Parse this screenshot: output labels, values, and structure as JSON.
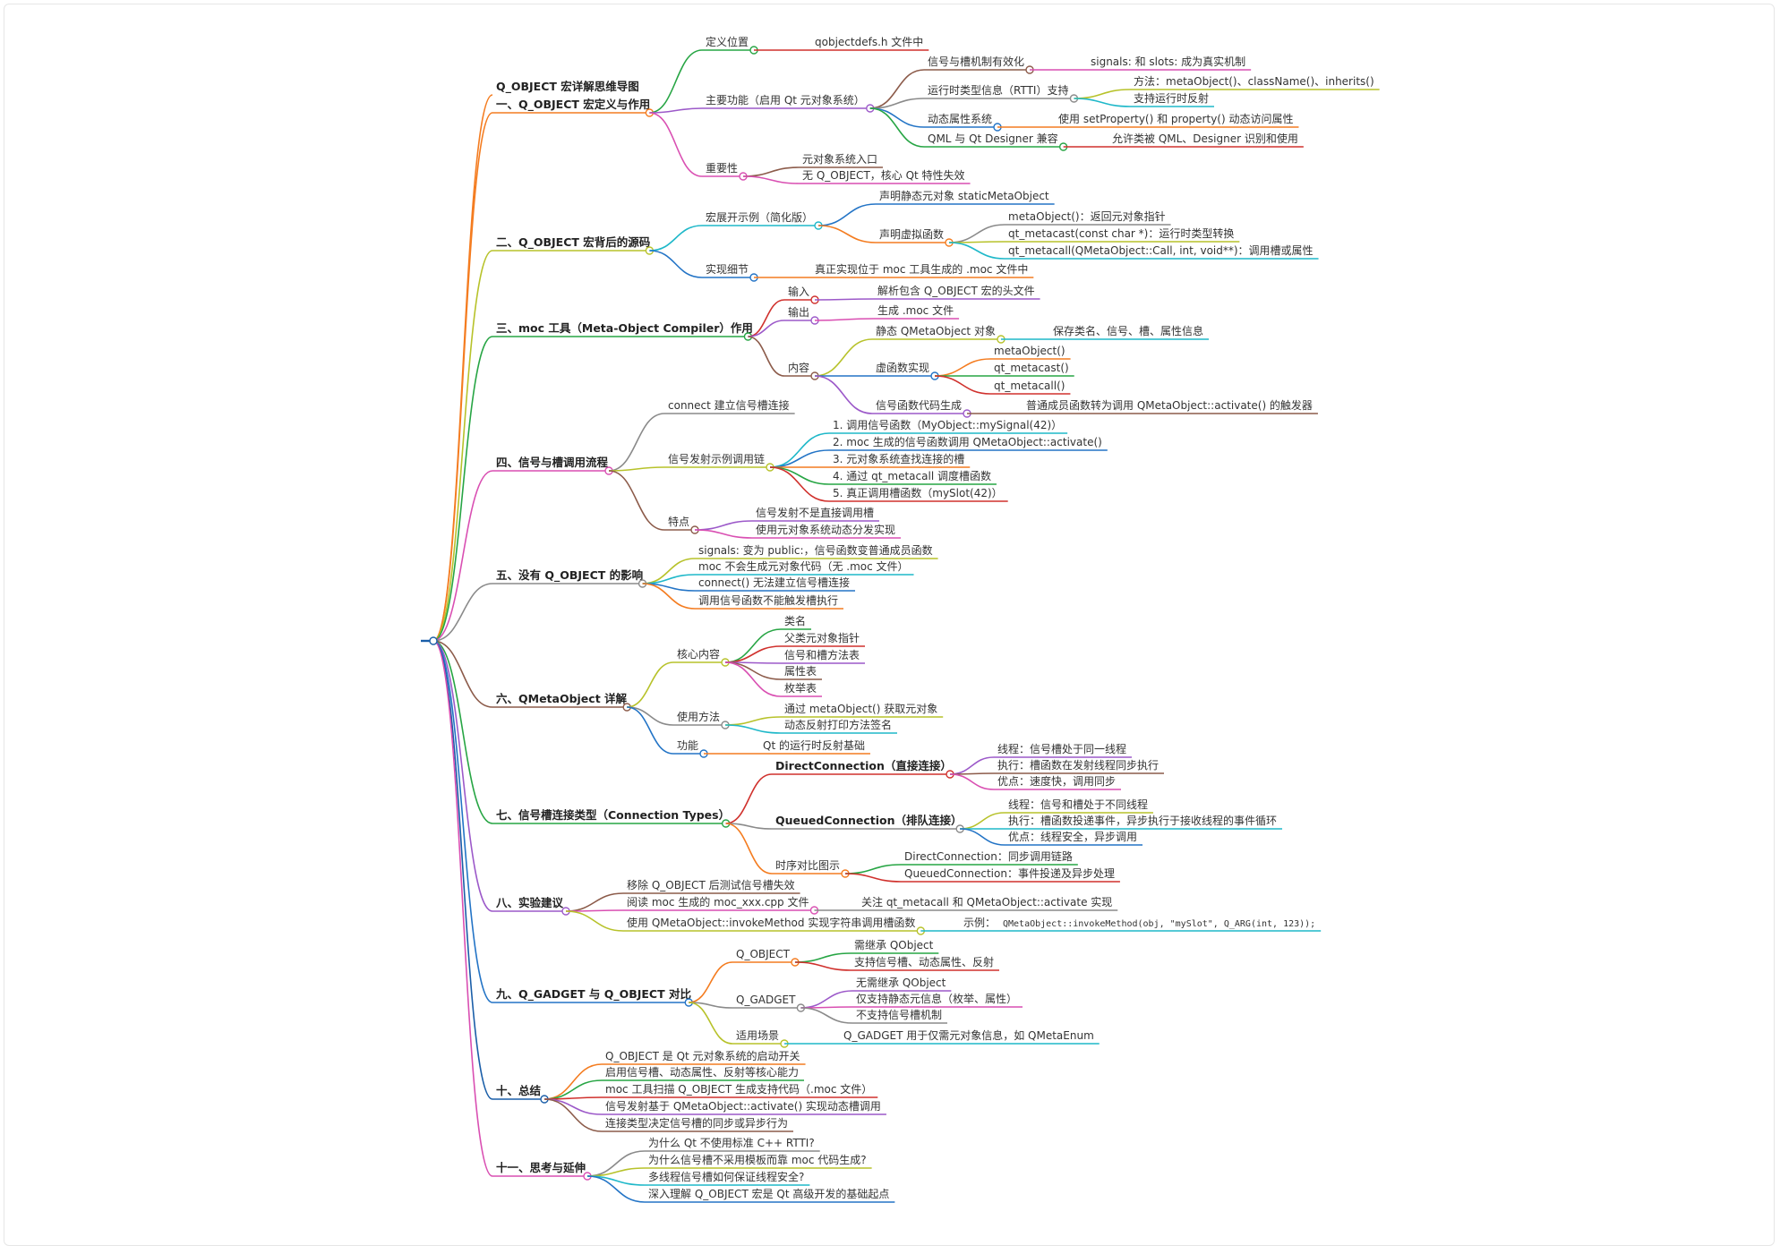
{
  "mindmap": {
    "title": "Q_OBJECT 宏详解思维导图",
    "sections": [
      {
        "label": "一、Q_OBJECT 宏定义与作用",
        "color": "#f47c20",
        "children": [
          {
            "label": "定义位置",
            "color": "#27a544",
            "children": [
              {
                "label": "qobjectdefs.h 文件中",
                "color": "#d0312d"
              }
            ]
          },
          {
            "label": "主要功能（启用 Qt 元对象系统）",
            "color": "#9c59c9",
            "children": [
              {
                "label": "信号与槽机制有效化",
                "color": "#8c5b4a",
                "children": [
                  {
                    "label": "signals: 和 slots: 成为真实机制",
                    "color": "#d94fb2"
                  }
                ]
              },
              {
                "label": "运行时类型信息（RTTI）支持",
                "color": "#8a8a8a",
                "children": [
                  {
                    "label": "方法：metaObject()、className()、inherits()",
                    "color": "#b7c22a"
                  },
                  {
                    "label": "支持运行时反射",
                    "color": "#1fb8c9"
                  }
                ]
              },
              {
                "label": "动态属性系统",
                "color": "#2374c6",
                "children": [
                  {
                    "label": "使用 setProperty() 和 property() 动态访问属性",
                    "color": "#f47c20"
                  }
                ]
              },
              {
                "label": "QML 与 Qt Designer 兼容",
                "color": "#27a544",
                "children": [
                  {
                    "label": "允许类被 QML、Designer 识别和使用",
                    "color": "#d0312d"
                  }
                ]
              }
            ]
          },
          {
            "label": "重要性",
            "color": "#d94fb2",
            "children": [
              {
                "label": "元对象系统入口",
                "color": "#8c5b4a"
              },
              {
                "label": "无 Q_OBJECT，核心 Qt 特性失效",
                "color": "#d94fb2"
              }
            ]
          }
        ]
      },
      {
        "label": "二、Q_OBJECT 宏背后的源码",
        "color": "#b7c22a",
        "children": [
          {
            "label": "宏展开示例（简化版）",
            "color": "#1fb8c9",
            "children": [
              {
                "label": "声明静态元对象 staticMetaObject",
                "color": "#2374c6"
              },
              {
                "label": "声明虚拟函数",
                "color": "#f47c20",
                "children": [
                  {
                    "label": "metaObject()：返回元对象指针",
                    "color": "#8a8a8a"
                  },
                  {
                    "label": "qt_metacast(const char *)：运行时类型转换",
                    "color": "#b7c22a"
                  },
                  {
                    "label": "qt_metacall(QMetaObject::Call, int, void**)：调用槽或属性",
                    "color": "#1fb8c9"
                  }
                ]
              }
            ]
          },
          {
            "label": "实现细节",
            "color": "#2374c6",
            "children": [
              {
                "label": "真正实现位于 moc 工具生成的 .moc 文件中",
                "color": "#f47c20"
              }
            ]
          }
        ]
      },
      {
        "label": "三、moc 工具（Meta-Object Compiler）作用",
        "color": "#27a544",
        "children": [
          {
            "label": "输入",
            "color": "#d0312d",
            "children": [
              {
                "label": "解析包含 Q_OBJECT 宏的头文件",
                "color": "#9c59c9"
              }
            ]
          },
          {
            "label": "输出",
            "color": "#9c59c9",
            "children": [
              {
                "label": "生成 .moc 文件",
                "color": "#d94fb2"
              }
            ]
          },
          {
            "label": "内容",
            "color": "#8c5b4a",
            "children": [
              {
                "label": "静态 QMetaObject 对象",
                "color": "#b7c22a",
                "children": [
                  {
                    "label": "保存类名、信号、槽、属性信息",
                    "color": "#1fb8c9"
                  }
                ]
              },
              {
                "label": "虚函数实现",
                "color": "#2374c6",
                "children": [
                  {
                    "label": "metaObject()",
                    "color": "#f47c20"
                  },
                  {
                    "label": "qt_metacast()",
                    "color": "#27a544"
                  },
                  {
                    "label": "qt_metacall()",
                    "color": "#d0312d"
                  }
                ]
              },
              {
                "label": "信号函数代码生成",
                "color": "#9c59c9",
                "children": [
                  {
                    "label": "普通成员函数转为调用 QMetaObject::activate() 的触发器",
                    "color": "#8c5b4a"
                  }
                ]
              }
            ]
          }
        ]
      },
      {
        "label": "四、信号与槽调用流程",
        "color": "#d94fb2",
        "children": [
          {
            "label": "connect 建立信号槽连接",
            "color": "#8a8a8a"
          },
          {
            "label": "信号发射示例调用链",
            "color": "#b7c22a",
            "children": [
              {
                "label": "1. 调用信号函数（MyObject::mySignal(42)）",
                "color": "#1fb8c9"
              },
              {
                "label": "2. moc 生成的信号函数调用 QMetaObject::activate()",
                "color": "#2374c6"
              },
              {
                "label": "3. 元对象系统查找连接的槽",
                "color": "#f47c20"
              },
              {
                "label": "4. 通过 qt_metacall 调度槽函数",
                "color": "#27a544"
              },
              {
                "label": "5. 真正调用槽函数（mySlot(42)）",
                "color": "#d0312d"
              }
            ]
          },
          {
            "label": "特点",
            "color": "#8c5b4a",
            "children": [
              {
                "label": "信号发射不是直接调用槽",
                "color": "#9c59c9"
              },
              {
                "label": "使用元对象系统动态分发实现",
                "color": "#d94fb2"
              }
            ]
          }
        ]
      },
      {
        "label": "五、没有 Q_OBJECT 的影响",
        "color": "#8a8a8a",
        "children": [
          {
            "label": "signals: 变为 public:，信号函数变普通成员函数",
            "color": "#b7c22a"
          },
          {
            "label": "moc 不会生成元对象代码（无 .moc 文件）",
            "color": "#1fb8c9"
          },
          {
            "label": "connect() 无法建立信号槽连接",
            "color": "#2374c6"
          },
          {
            "label": "调用信号函数不能触发槽执行",
            "color": "#f47c20"
          }
        ]
      },
      {
        "label": "六、QMetaObject 详解",
        "color": "#8c5b4a",
        "children": [
          {
            "label": "核心内容",
            "color": "#b7c22a",
            "children": [
              {
                "label": "类名",
                "color": "#27a544"
              },
              {
                "label": "父类元对象指针",
                "color": "#d0312d"
              },
              {
                "label": "信号和槽方法表",
                "color": "#9c59c9"
              },
              {
                "label": "属性表",
                "color": "#8c5b4a"
              },
              {
                "label": "枚举表",
                "color": "#d94fb2"
              }
            ]
          },
          {
            "label": "使用方法",
            "color": "#8a8a8a",
            "children": [
              {
                "label": "通过 metaObject() 获取元对象",
                "color": "#b7c22a"
              },
              {
                "label": "动态反射打印方法签名",
                "color": "#1fb8c9"
              }
            ]
          },
          {
            "label": "功能",
            "color": "#2374c6",
            "children": [
              {
                "label": "Qt 的运行时反射基础",
                "color": "#f47c20"
              }
            ]
          }
        ]
      },
      {
        "label": "七、信号槽连接类型（Connection Types）",
        "color": "#27a544",
        "children": [
          {
            "label": "DirectConnection（直接连接）",
            "color": "#d0312d",
            "bold": true,
            "children": [
              {
                "label": "线程：信号槽处于同一线程",
                "color": "#9c59c9"
              },
              {
                "label": "执行：槽函数在发射线程同步执行",
                "color": "#8c5b4a"
              },
              {
                "label": "优点：速度快，调用同步",
                "color": "#d94fb2"
              }
            ]
          },
          {
            "label": "QueuedConnection（排队连接）",
            "color": "#8a8a8a",
            "bold": true,
            "children": [
              {
                "label": "线程：信号和槽处于不同线程",
                "color": "#b7c22a"
              },
              {
                "label": "执行：槽函数投递事件，异步执行于接收线程的事件循环",
                "color": "#1fb8c9"
              },
              {
                "label": "优点：线程安全，异步调用",
                "color": "#2374c6"
              }
            ]
          },
          {
            "label": "时序对比图示",
            "color": "#f47c20",
            "children": [
              {
                "label": "DirectConnection：同步调用链路",
                "color": "#27a544"
              },
              {
                "label": "QueuedConnection：事件投递及异步处理",
                "color": "#d0312d"
              }
            ]
          }
        ]
      },
      {
        "label": "八、实验建议",
        "color": "#9c59c9",
        "children": [
          {
            "label": "移除 Q_OBJECT 后测试信号槽失效",
            "color": "#8c5b4a"
          },
          {
            "label": "阅读 moc 生成的 moc_xxx.cpp 文件",
            "color": "#d94fb2",
            "children": [
              {
                "label": "关注 qt_metacall 和 QMetaObject::activate 实现",
                "color": "#8a8a8a"
              }
            ]
          },
          {
            "label": "使用 QMetaObject::invokeMethod 实现字符串调用槽函数",
            "color": "#b7c22a",
            "children": [
              {
                "label": "示例：",
                "code": "QMetaObject::invokeMethod(obj, \"mySlot\", Q_ARG(int, 123));",
                "color": "#1fb8c9"
              }
            ]
          }
        ]
      },
      {
        "label": "九、Q_GADGET 与 Q_OBJECT 对比",
        "color": "#2374c6",
        "children": [
          {
            "label": "Q_OBJECT",
            "color": "#f47c20",
            "children": [
              {
                "label": "需继承 QObject",
                "color": "#27a544"
              },
              {
                "label": "支持信号槽、动态属性、反射",
                "color": "#d0312d"
              }
            ]
          },
          {
            "label": "Q_GADGET",
            "color": "#8a8a8a",
            "children": [
              {
                "label": "无需继承 QObject",
                "color": "#9c59c9"
              },
              {
                "label": "仅支持静态元信息（枚举、属性）",
                "color": "#d94fb2"
              },
              {
                "label": "不支持信号槽机制",
                "color": "#8a8a8a"
              }
            ]
          },
          {
            "label": "适用场景",
            "color": "#b7c22a",
            "children": [
              {
                "label": "Q_GADGET 用于仅需元对象信息，如 QMetaEnum",
                "color": "#1fb8c9"
              }
            ]
          }
        ]
      },
      {
        "label": "十、总结",
        "color": "#1a5ea8",
        "children": [
          {
            "label": "Q_OBJECT 是 Qt 元对象系统的启动开关",
            "color": "#f47c20"
          },
          {
            "label": "启用信号槽、动态属性、反射等核心能力",
            "color": "#27a544"
          },
          {
            "label": "moc 工具扫描 Q_OBJECT 生成支持代码（.moc 文件）",
            "color": "#d0312d"
          },
          {
            "label": "信号发射基于 QMetaObject::activate() 实现动态槽调用",
            "color": "#9c59c9"
          },
          {
            "label": "连接类型决定信号槽的同步或异步行为",
            "color": "#8c5b4a"
          }
        ]
      },
      {
        "label": "十一、思考与延伸",
        "color": "#d94fb2",
        "children": [
          {
            "label": "为什么 Qt 不使用标准 C++ RTTI?",
            "color": "#8a8a8a"
          },
          {
            "label": "为什么信号槽不采用模板而靠 moc 代码生成?",
            "color": "#b7c22a"
          },
          {
            "label": "多线程信号槽如何保证线程安全?",
            "color": "#1fb8c9"
          },
          {
            "label": "深入理解 Q_OBJECT 宏是 Qt 高级开发的基础起点",
            "color": "#2374c6"
          }
        ]
      }
    ]
  }
}
